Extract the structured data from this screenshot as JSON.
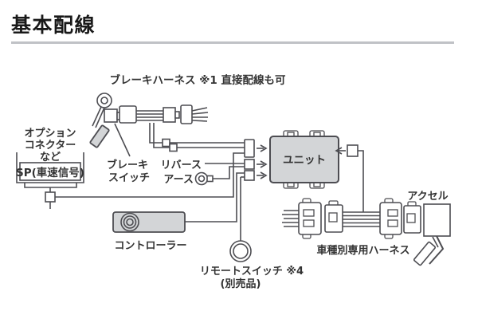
{
  "page": {
    "title": "基本配線"
  },
  "diagram": {
    "labels": {
      "brake_harness": "ブレーキハーネス ※1 直接配線も可",
      "option_line1": "オプション",
      "option_line2": "コネクター",
      "option_line3": "など",
      "sp_signal": "SP(車速信号)",
      "brake_switch_line1": "ブレーキ",
      "brake_switch_line2": "スイッチ",
      "reverse": "リバース",
      "earth": "アース",
      "unit": "ユニット",
      "controller": "コントローラー",
      "remote_switch": "リモートスイッチ ※4",
      "remote_switch_note": "(別売品)",
      "vehicle_harness": "車種別専用ハーネス",
      "accelerator": "アクセル"
    },
    "colors": {
      "line": "#4d4d52",
      "component_fill": "#d3d5d7",
      "title_text": "#191919",
      "title_rule": "#c0c2c6",
      "label_text": "#333333",
      "background": "#ffffff"
    }
  }
}
